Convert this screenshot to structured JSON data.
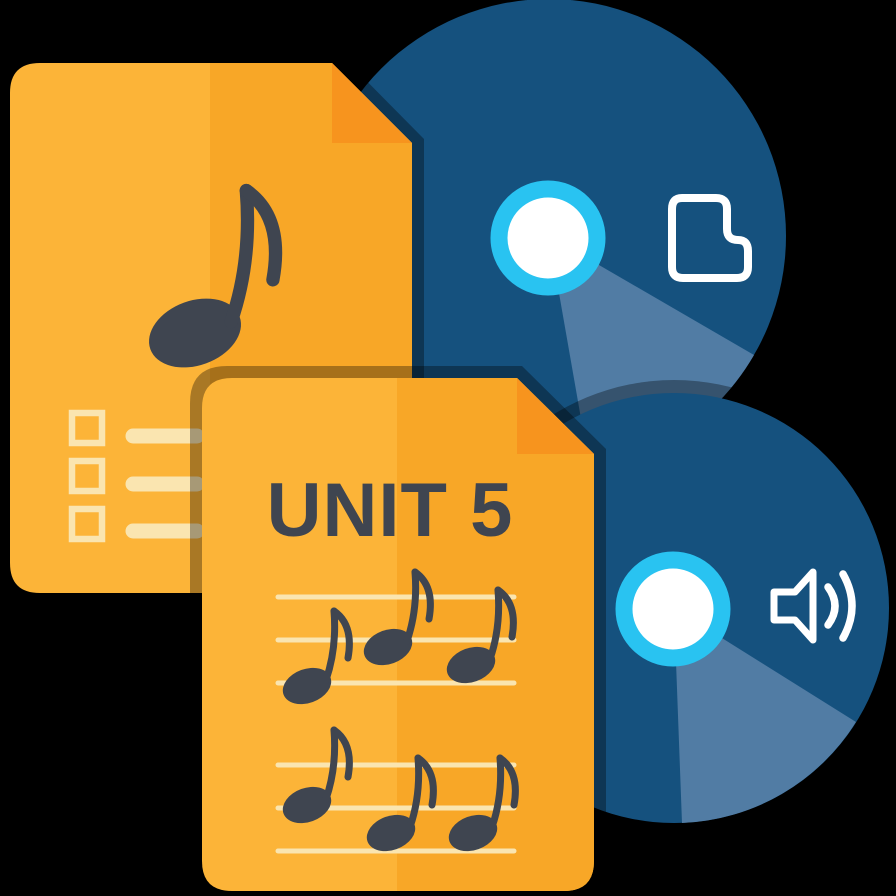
{
  "illustration": {
    "front_sheet": {
      "title": "UNIT 5",
      "staff_rows": 2,
      "notes_per_row": 3
    },
    "back_sheet": {
      "checklist_items": 3
    },
    "top_disc": {
      "icon": "page"
    },
    "bottom_disc": {
      "icon": "speaker"
    }
  },
  "palette": {
    "background": "#000000",
    "disc_blue": "#15517E",
    "disc_wedge": "#517CA4",
    "ring_cyan": "#29C3F1",
    "white": "#FFFFFF",
    "sheet_light": "#FCB438",
    "sheet_dark": "#F8A727",
    "fold_orange": "#F7941E",
    "line_cream": "#FAE5B0",
    "ink_dark": "#3F4550",
    "shadow": "rgba(0,0,0,0.33)"
  }
}
